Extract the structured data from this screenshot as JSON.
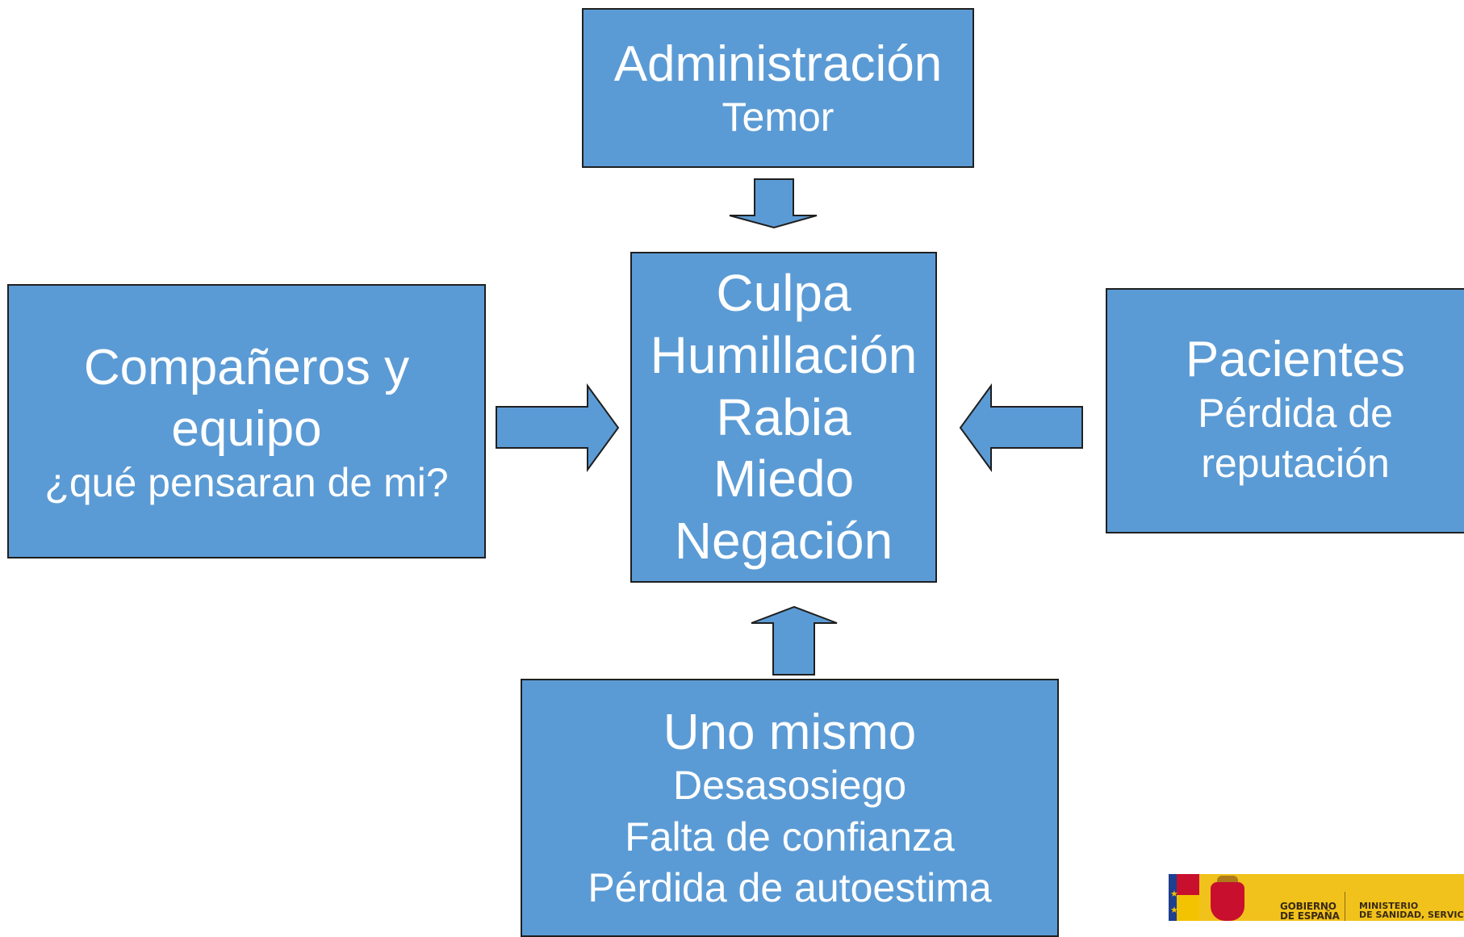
{
  "colors": {
    "box_fill": "#5b9bd5",
    "box_border": "#1f1f1f",
    "text": "#ffffff",
    "background": "#ffffff"
  },
  "admin": {
    "title": "Administración",
    "sub": "Temor"
  },
  "center": {
    "emotions": [
      "Culpa",
      "Humillación",
      "Rabia",
      "Miedo",
      "Negación"
    ]
  },
  "companeros": {
    "title_line1": "Compañeros y",
    "title_line2": "equipo",
    "sub": "¿qué pensaran de mi?"
  },
  "pacientes": {
    "title": "Pacientes",
    "sub_line1": "Pérdida de",
    "sub_line2": "reputación"
  },
  "unomismo": {
    "title": "Uno mismo",
    "items": [
      "Desasosiego",
      "Falta de confianza",
      "Pérdida de autoestima"
    ]
  },
  "logo": {
    "gov_line1": "GOBIERNO",
    "gov_line2": "DE ESPAÑA",
    "ministry_line1": "MINISTERIO",
    "ministry_line2": "DE SANIDAD, SERVICIOS SOCIALES"
  }
}
